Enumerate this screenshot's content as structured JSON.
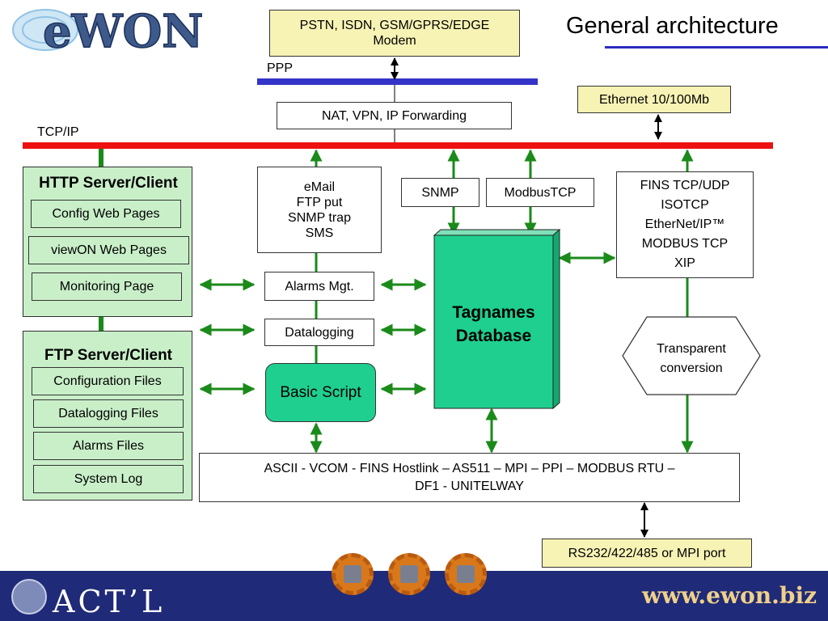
{
  "header": {
    "title": "General architecture",
    "logo_text": "eWON"
  },
  "modem": {
    "lines": [
      "PSTN, ISDN, GSM/GPRS/EDGE",
      "Modem"
    ]
  },
  "labels": {
    "ppp": "PPP",
    "tcpip": "TCP/IP"
  },
  "nat": "NAT, VPN, IP Forwarding",
  "ethernet": "Ethernet 10/100Mb",
  "http_panel": {
    "title": "HTTP Server/Client",
    "items": [
      "Config Web Pages",
      "viewON Web Pages",
      "Monitoring Page"
    ]
  },
  "ftp_panel": {
    "title": "FTP Server/Client",
    "items": [
      "Configuration Files",
      "Datalogging Files",
      "Alarms Files",
      "System Log"
    ]
  },
  "email_box": {
    "lines": [
      "eMail",
      "FTP put",
      "SNMP trap",
      "SMS"
    ]
  },
  "snmp": "SNMP",
  "modbustcp": "ModbusTCP",
  "fins_box": {
    "lines": [
      "FINS TCP/UDP",
      "ISOTCP",
      "EtherNet/IP™",
      "MODBUS TCP",
      "XIP"
    ]
  },
  "alarms_mgt": "Alarms Mgt.",
  "datalogging": "Datalogging",
  "basic_script": "Basic Script",
  "tagnames": {
    "lines": [
      "Tagnames",
      "Database"
    ]
  },
  "transparent": {
    "lines": [
      "Transparent",
      "conversion"
    ]
  },
  "serial_protocols": {
    "lines": [
      "ASCII - VCOM - FINS Hostlink – AS511 – MPI – PPI – MODBUS RTU –",
      "DF1 - UNITELWAY"
    ]
  },
  "rs_port": "RS232/422/485 or MPI port",
  "footer": {
    "brand": "ACT’L",
    "url": "www.ewon.biz"
  },
  "colors": {
    "tcpip_bus": "#ee1111",
    "ppp_bus": "#3434c8",
    "green_link": "#1a8a1a",
    "tagnames_fill": "#1fcf8f",
    "panel_fill": "#c9efc9",
    "yellow_fill": "#f7f3b5",
    "footer_bg": "#1f2a78"
  }
}
